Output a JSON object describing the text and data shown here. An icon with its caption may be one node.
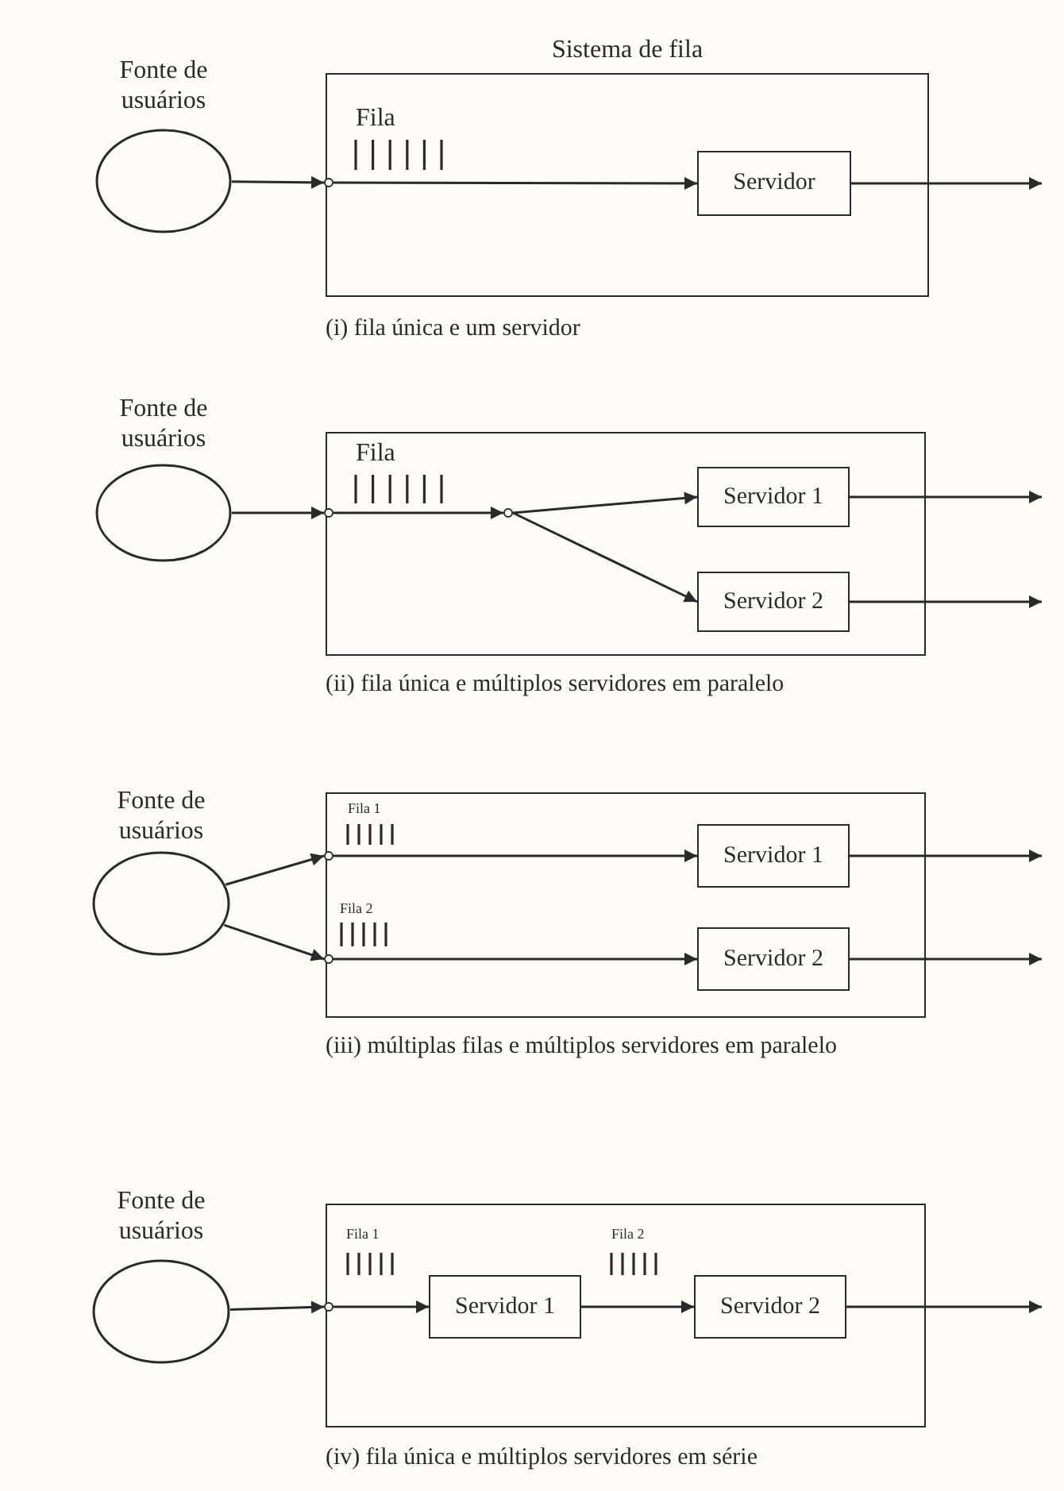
{
  "diagram": {
    "nodes": [
      {
        "text": [
          "Fonte de usuários"
        ]
      },
      {
        "text": [
          "Sistema de fila"
        ]
      },
      {
        "text": [],
        "shape": "circle",
        "in": 1
      },
      {
        "text": [
          "Servidor"
        ],
        "in": 1
      },
      {
        "text": [
          "Fonte de usuários"
        ]
      },
      {
        "text": [],
        "shape": "box"
      },
      {
        "text": [],
        "shape": "circle",
        "in": 5
      },
      {
        "text": [],
        "shape": "circle",
        "in": 5
      },
      {
        "text": [
          "Servidor 1"
        ],
        "in": 5
      },
      {
        "text": [
          "Servidor 2"
        ],
        "in": 5
      },
      {
        "text": [
          "Fonte de usuários"
        ]
      },
      {
        "text": [],
        "shape": "box"
      },
      {
        "text": [],
        "shape": "circle",
        "in": 11
      },
      {
        "text": [],
        "shape": "circle",
        "in": 11
      },
      {
        "text": [
          "Servidor 1"
        ],
        "in": 11
      },
      {
        "text": [
          "Servidor 2"
        ],
        "in": 11
      },
      {
        "text": [
          "Fonte de usuários"
        ]
      },
      {
        "text": [],
        "shape": "box"
      },
      {
        "text": [],
        "shape": "circle",
        "in": 17
      },
      {
        "text": [
          "Servidor 1"
        ],
        "in": 17
      },
      {
        "text": [
          "Servidor 2"
        ],
        "in": 17
      }
    ],
    "edges": [
      {
        "from": 0,
        "to": 2,
        "arrow": "to"
      },
      {
        "from": 2,
        "to": 3,
        "arrow": "to"
      },
      {
        "from": 3,
        "to": null,
        "arrow": "to"
      },
      {
        "from": 4,
        "to": 6,
        "arrow": "to"
      },
      {
        "from": 6,
        "to": 7,
        "arrow": "to"
      },
      {
        "from": 7,
        "to": 8,
        "arrow": "to"
      },
      {
        "from": 7,
        "to": 9,
        "arrow": "to"
      },
      {
        "from": 8,
        "to": null,
        "arrow": "to"
      },
      {
        "from": 9,
        "to": null,
        "arrow": "to"
      },
      {
        "from": 10,
        "to": 12,
        "arrow": "to"
      },
      {
        "from": 10,
        "to": 13,
        "arrow": "to"
      },
      {
        "from": 12,
        "to": 14,
        "arrow": "to"
      },
      {
        "from": 13,
        "to": 15,
        "arrow": "to"
      },
      {
        "from": 14,
        "to": null,
        "arrow": "to"
      },
      {
        "from": 15,
        "to": null,
        "arrow": "to"
      },
      {
        "from": 16,
        "to": 18,
        "arrow": "to"
      },
      {
        "from": 18,
        "to": 19,
        "arrow": "to"
      },
      {
        "from": 19,
        "to": 20,
        "arrow": "to"
      },
      {
        "from": 20,
        "to": null,
        "arrow": "to"
      }
    ],
    "labels": [
      "Fila",
      "(i) fila única e um servidor",
      "Fila",
      "(ii) fila única e múltiplos servidores em paralelo",
      "Fila 1",
      "Fila 2",
      "(iii) múltiplas filas e múltiplos servidores em paralelo",
      "Fila 1",
      "Fila 2",
      "(iv) fila única e múltiplos servidores em série"
    ]
  }
}
